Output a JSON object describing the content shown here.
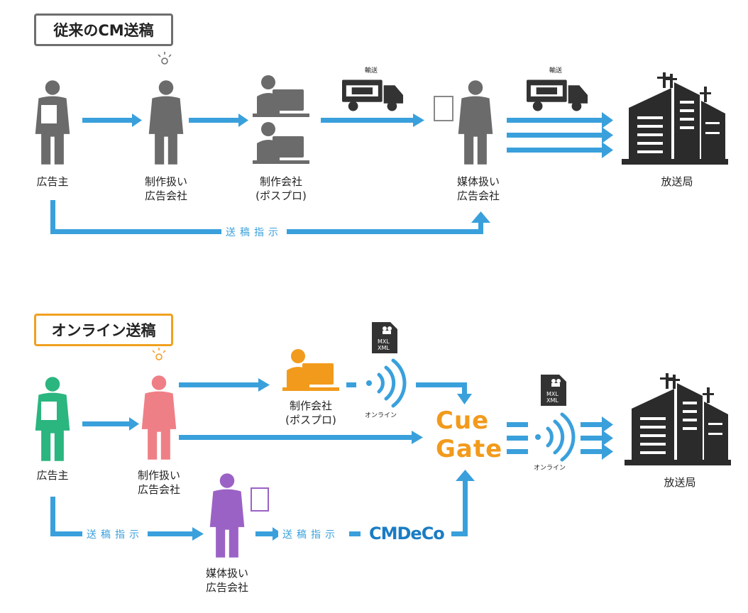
{
  "section1": {
    "title": "従来のCM送稿",
    "advertiser": "広告主",
    "agency": "制作扱い\n広告会社",
    "production": "制作会社\n(ポスプロ)",
    "media_agency": "媒体扱い\n広告会社",
    "broadcaster": "放送局",
    "transport1": "輸送",
    "transport2": "輸送",
    "instruction": "送稿指示"
  },
  "section2": {
    "title": "オンライン送稿",
    "advertiser": "広告主",
    "agency": "制作扱い\n広告会社",
    "production": "制作会社\n(ポスプロ)",
    "media_agency": "媒体扱い\n広告会社",
    "broadcaster": "放送局",
    "online1": "オンライン",
    "online2": "オンライン",
    "instruction1": "送稿指示",
    "instruction2": "送稿指示",
    "file_label1": "MXL",
    "file_label2": "XML",
    "cuegate_line1": "Cue",
    "cuegate_line2": "Gate",
    "cmdeco": "CMDeCo"
  },
  "colors": {
    "arrow": "#3aa0dc",
    "gray_person": "#6b6b6b",
    "green_person": "#2bb57f",
    "pink_person": "#ef7f86",
    "purple_person": "#9b62c6",
    "orange": "#f29a1c",
    "building": "#2b2b2b"
  },
  "icons": [
    "person-icon",
    "idea-bulb-icon",
    "laptop-worker-icon",
    "truck-icon",
    "document-icon",
    "building-icon",
    "wifi-signal-icon",
    "film-file-icon"
  ]
}
